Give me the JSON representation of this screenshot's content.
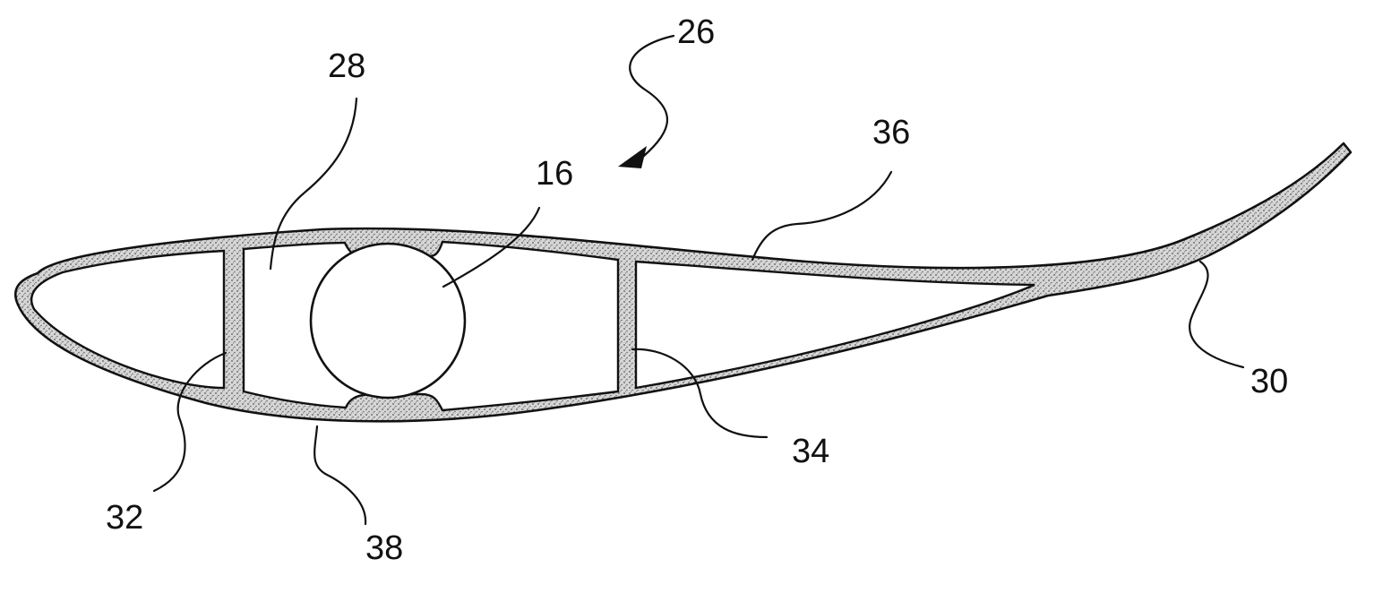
{
  "figure": {
    "reference_numerals": {
      "blade_assembly": "26",
      "spar_cavity": "28",
      "rod": "16",
      "skin_upper": "36",
      "trailing_tab": "30",
      "front_web": "32",
      "rear_web": "34",
      "skin_lower": "38"
    },
    "colors": {
      "ink": "#111111",
      "fill_stipple": "#bdbdbd",
      "background": "#ffffff"
    }
  }
}
